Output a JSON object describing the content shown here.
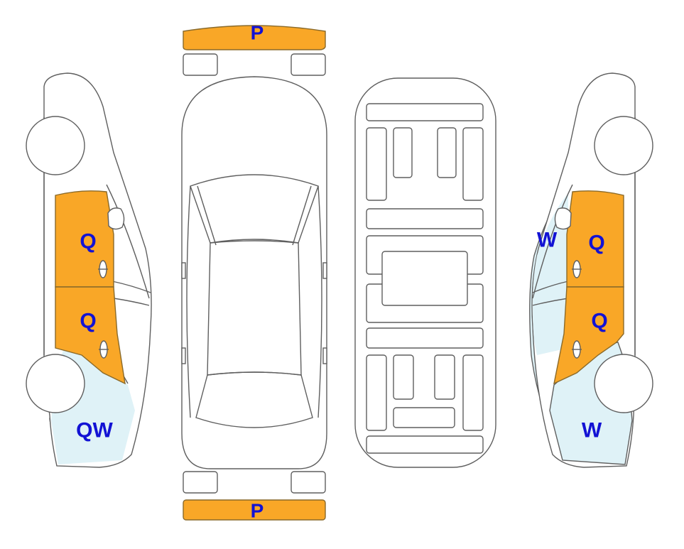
{
  "colors": {
    "outline": "#5f5f5f",
    "panel_damage": "#f9a727",
    "panel_damage_stroke": "#8a6a2a",
    "glass_highlight": "#dff2f7",
    "label": "#1212d4",
    "background": "#ffffff"
  },
  "labels": {
    "front_bumper": "P",
    "rear_bumper": "P",
    "left_front_door": "Q",
    "left_rear_door": "Q",
    "left_rear_quarter": "QW",
    "right_window": "W",
    "right_front_door": "Q",
    "right_rear_door": "Q",
    "right_rear_quarter": "W"
  }
}
